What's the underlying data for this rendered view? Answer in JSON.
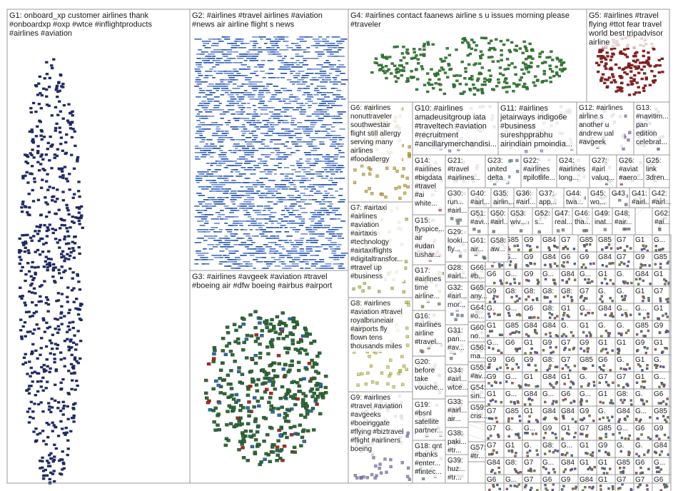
{
  "graph": {
    "groups": [
      {
        "id": "G1",
        "lines": [
          "G1: onboard_xp customer airlines thank",
          "#onboardxp #oxp #wtce #inflightproducts",
          "#airlines #aviation"
        ],
        "color": "#1a2a7a",
        "density": "tall"
      },
      {
        "id": "G2",
        "lines": [
          "G2: #airlines #travel airlines #aviation",
          "#news air airline flight s news"
        ],
        "color": "#1e4ea8",
        "density": "text"
      },
      {
        "id": "G3",
        "lines": [
          "G3: #airlines #avgeek #aviation #travel",
          "#boeing air #dfw boeing #airbus #airport"
        ],
        "color": "#2e6a3a",
        "density": "cluster"
      },
      {
        "id": "G4",
        "lines": [
          "G4: #airlines contact faanews airline s u issues morning please",
          "#traveler"
        ],
        "color": "#2f8a2f",
        "density": "oval"
      },
      {
        "id": "G5",
        "lines": [
          "G5: #airlines #travel",
          "flying #ttot fear travel",
          "world best tripadvisor",
          "airline"
        ],
        "color": "#a01818",
        "density": "oval"
      },
      {
        "id": "G6",
        "lines": [
          "G6: #airlines",
          "nonuttraveler",
          "southwestair",
          "flight still allergy",
          "serving many",
          "airlines",
          "#foodallergy"
        ],
        "color": "#c8a020",
        "density": "sparse"
      },
      {
        "id": "G7",
        "lines": [
          "G7: #airtaxi",
          "#airlines",
          "#aviation",
          "#airtaxis",
          "#technology",
          "#airtaxiflights",
          "#digitaltransfor...",
          "#travel up",
          "#business"
        ],
        "color": "#b0b838",
        "density": "sparse"
      },
      {
        "id": "G8",
        "lines": [
          "G8: #airlines",
          "#aviation #travel",
          "royalbruneiair",
          "#airports fly",
          "flown tens",
          "thousands miles"
        ],
        "color": "#c8c840",
        "density": "sparse"
      },
      {
        "id": "G9",
        "lines": [
          "G9: #airlines",
          "#travel #aviation",
          "#avgeeks",
          "#boeinggate",
          "#flying #biztravel",
          "#flight #airliners",
          "boeing"
        ],
        "color": "#7a6ab0",
        "density": "sparse"
      },
      {
        "id": "G10",
        "lines": [
          "G10: #airlines",
          "amadeusitgroup iata",
          "#traveltech #aviation",
          "#recruitment",
          "#ancillarymerchandisi..."
        ],
        "color": "#8a78c0",
        "density": "sparse"
      },
      {
        "id": "G11",
        "lines": [
          "G11: #airlines",
          "jetairways indigo6e",
          "#business",
          "sureshpprabhu",
          "airindiain pmoindia..."
        ],
        "color": "#a078b8",
        "density": "sparse"
      },
      {
        "id": "G12",
        "lines": [
          "G12: #airlines",
          "airline s",
          "another u",
          "andrew ual",
          "#avgeek"
        ],
        "color": "#8a60a8",
        "density": "sparse"
      },
      {
        "id": "G13",
        "lines": [
          "G13:",
          "#navitim...",
          "pan",
          "edition",
          "celebrat..."
        ],
        "color": "#6a50a0",
        "density": "sparse"
      },
      {
        "id": "G14",
        "lines": [
          "G14:",
          "#airlines",
          "#bigdata",
          "#travel",
          "#ai",
          "white..."
        ],
        "color": "#c06080",
        "density": "sparse"
      },
      {
        "id": "G15",
        "lines": [
          "G15:",
          "flyspice...",
          "air",
          "#udan",
          "tushar..."
        ],
        "color": "#b05070",
        "density": "sparse"
      },
      {
        "id": "G16",
        "lines": [
          "G16:",
          "#airlines",
          "airline",
          "#travel..."
        ],
        "color": "#a07050",
        "density": "sparse"
      },
      {
        "id": "G17",
        "lines": [
          "G17:",
          "#airlines",
          "time",
          "airline..."
        ],
        "color": "#808040",
        "density": "sparse"
      },
      {
        "id": "G18",
        "lines": [
          "G18: qnt",
          "#banks",
          "#enter...",
          "#fintec..."
        ],
        "color": "#608060",
        "density": "sparse"
      },
      {
        "id": "G19",
        "lines": [
          "G19:",
          "#bsnl",
          "satellite",
          "partner..."
        ],
        "color": "#6080a0",
        "density": "sparse"
      },
      {
        "id": "G20",
        "lines": [
          "G20:",
          "before",
          "take",
          "vouche..."
        ],
        "color": "#70a070",
        "density": "sparse"
      },
      {
        "id": "G21",
        "lines": [
          "G21:",
          "#travel",
          "#airlines..."
        ],
        "color": "#a06070",
        "density": "sparse"
      },
      {
        "id": "G22",
        "lines": [
          "G22:",
          "#airlines",
          "#pilotlife..."
        ],
        "color": "#7060a0",
        "density": "sparse"
      },
      {
        "id": "G23",
        "lines": [
          "G23:",
          "united",
          "delta"
        ],
        "color": "#608090",
        "density": "sparse"
      },
      {
        "id": "G24",
        "lines": [
          "G24:",
          "#airlines",
          "long..."
        ],
        "color": "#806040",
        "density": "sparse"
      },
      {
        "id": "G25",
        "lines": [
          "G25:",
          "link",
          "3dren..."
        ],
        "color": "#507090",
        "density": "sparse"
      },
      {
        "id": "G26",
        "lines": [
          "G26:",
          "#aviat",
          "#aero..."
        ],
        "color": "#905060",
        "density": "sparse"
      },
      {
        "id": "G27",
        "lines": [
          "G27:",
          "#airl",
          "valuq..."
        ],
        "color": "#607050",
        "density": "sparse"
      },
      {
        "id": "G28",
        "lines": [
          "G28:",
          "#airl...",
          "air..."
        ],
        "color": "#906070",
        "density": "sparse"
      },
      {
        "id": "G29",
        "lines": [
          "G29:",
          "looki...",
          "fly..."
        ],
        "color": "#706090",
        "density": "sparse"
      },
      {
        "id": "G30",
        "lines": [
          "G30:",
          "run...",
          "#airl..."
        ],
        "color": "#608070",
        "density": "sparse"
      },
      {
        "id": "G31",
        "lines": [
          "G31:",
          "pan...",
          "#av..."
        ],
        "color": "#807060",
        "density": "sparse"
      },
      {
        "id": "G32",
        "lines": [
          "G32:",
          "#airl...",
          "mor..."
        ],
        "color": "#607090",
        "density": "sparse"
      },
      {
        "id": "G33",
        "lines": [
          "G33:",
          "#airl...",
          "air..."
        ],
        "color": "#905070",
        "density": "sparse"
      },
      {
        "id": "G34",
        "lines": [
          "G34:",
          "#airl...",
          "wtce..."
        ],
        "color": "#608060",
        "density": "sparse"
      },
      {
        "id": "G35",
        "lines": [
          "G35:",
          "airlin..."
        ],
        "color": "#706080",
        "density": "sparse"
      },
      {
        "id": "G36",
        "lines": [
          "G36:",
          "#airl..."
        ],
        "color": "#806070",
        "density": "sparse"
      },
      {
        "id": "G37",
        "lines": [
          "G37:",
          "app..."
        ],
        "color": "#607080",
        "density": "sparse"
      },
      {
        "id": "G38",
        "lines": [
          "G38:",
          "paki...",
          "#tr..."
        ],
        "color": "#708060",
        "density": "sparse"
      },
      {
        "id": "G39",
        "lines": [
          "G39:",
          "huz...",
          "#tr..."
        ],
        "color": "#806060",
        "density": "sparse"
      },
      {
        "id": "G40",
        "lines": [
          "G40:",
          "#airl..."
        ],
        "color": "#607070",
        "density": "sparse"
      },
      {
        "id": "G41",
        "lines": [
          "G41:",
          "#airl..."
        ],
        "color": "#707060",
        "density": "sparse"
      },
      {
        "id": "G42",
        "lines": [
          "G42:",
          "#airl..."
        ],
        "color": "#606080",
        "density": "sparse"
      },
      {
        "id": "G43",
        "lines": [
          "G43"
        ],
        "color": "#806080",
        "density": "sparse"
      },
      {
        "id": "G44",
        "lines": [
          "G44:",
          "twa..."
        ],
        "color": "#708070",
        "density": "sparse"
      },
      {
        "id": "G45",
        "lines": [
          "G45:",
          "wo..."
        ],
        "color": "#607060",
        "density": "sparse"
      },
      {
        "id": "G46",
        "lines": [
          "G46:",
          "tha..."
        ],
        "color": "#706070",
        "density": "sparse"
      },
      {
        "id": "G47",
        "lines": [
          "G47:",
          "real..."
        ],
        "color": "#807070",
        "density": "sparse"
      },
      {
        "id": "G48",
        "lines": [
          "G48:",
          "#air..."
        ],
        "color": "#607080",
        "density": "sparse"
      },
      {
        "id": "G49",
        "lines": [
          "G49:",
          "inat..."
        ],
        "color": "#708060",
        "density": "sparse"
      },
      {
        "id": "G50",
        "lines": [
          "G50:",
          "#airl..."
        ],
        "color": "#606070",
        "density": "sparse"
      },
      {
        "id": "G51",
        "lines": [
          "G51:",
          "#avi..."
        ],
        "color": "#707080",
        "density": "sparse"
      },
      {
        "id": "G52",
        "lines": [
          "G52:",
          "s..."
        ],
        "color": "#806060",
        "density": "sparse"
      },
      {
        "id": "G53",
        "lines": [
          "G53:",
          "wiv..."
        ],
        "color": "#607060",
        "density": "sparse"
      },
      {
        "id": "G54",
        "lines": [
          "G54:",
          "sin...",
          "#air..."
        ],
        "color": "#706080",
        "density": "sparse"
      },
      {
        "id": "G55",
        "lines": [
          "G55:",
          "#av..."
        ],
        "color": "#807060",
        "density": "sparse"
      },
      {
        "id": "G56",
        "lines": [
          "G56:",
          "ma..."
        ],
        "color": "#607070",
        "density": "sparse"
      },
      {
        "id": "G57",
        "lines": [
          "G57:",
          "#tr..."
        ],
        "color": "#708070",
        "density": "sparse"
      },
      {
        "id": "G58",
        "lines": [
          "G58:",
          "aw..."
        ],
        "color": "#606080",
        "density": "sparse"
      },
      {
        "id": "G59",
        "lines": [
          "G59:",
          "cris..."
        ],
        "color": "#706060",
        "density": "sparse"
      },
      {
        "id": "G60",
        "lines": [
          "G60:",
          "no..."
        ],
        "color": "#807080",
        "density": "sparse"
      },
      {
        "id": "G61",
        "lines": [
          "G61:",
          "air..."
        ],
        "color": "#607060",
        "density": "sparse"
      },
      {
        "id": "G62",
        "lines": [
          "G62:",
          "#ai..."
        ],
        "color": "#706070",
        "density": "sparse"
      },
      {
        "id": "G64",
        "lines": [
          "G64:",
          "#o..."
        ],
        "color": "#806070",
        "density": "sparse"
      },
      {
        "id": "G65",
        "lines": [
          "G65:",
          "any..."
        ],
        "color": "#607080",
        "density": "sparse"
      },
      {
        "id": "G66",
        "lines": [
          "G66:",
          "#b..."
        ],
        "color": "#708060",
        "density": "sparse"
      }
    ],
    "small_labels": [
      "G8:",
      "G6",
      "G84",
      "G85",
      "G7",
      "G1",
      "G9",
      "G...",
      "G."
    ]
  }
}
